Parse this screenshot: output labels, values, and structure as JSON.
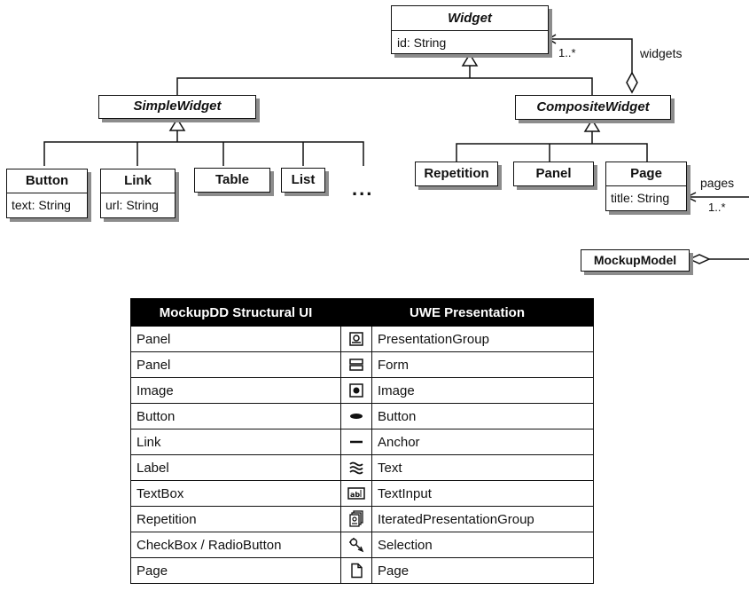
{
  "diagram": {
    "widget": {
      "name": "Widget",
      "attr": "id: String"
    },
    "simple_widget": {
      "name": "SimpleWidget"
    },
    "composite_widget": {
      "name": "CompositeWidget"
    },
    "button": {
      "name": "Button",
      "attr": "text: String"
    },
    "link": {
      "name": "Link",
      "attr": "url: String"
    },
    "table": {
      "name": "Table"
    },
    "list": {
      "name": "List"
    },
    "ellipsis": "...",
    "repetition": {
      "name": "Repetition"
    },
    "panel": {
      "name": "Panel"
    },
    "page": {
      "name": "Page",
      "attr": "title: String"
    },
    "mockup_model": {
      "name": "MockupModel"
    },
    "widgets_label": "widgets",
    "widgets_mult": "1..*",
    "pages_label": "pages",
    "pages_mult": "1..*"
  },
  "mapping_table": {
    "headers": [
      "MockupDD Structural UI",
      "UWE Presentation"
    ],
    "rows": [
      {
        "left": "Panel",
        "icon": "presentation-group-icon",
        "right": "PresentationGroup"
      },
      {
        "left": "Panel",
        "icon": "form-icon",
        "right": "Form"
      },
      {
        "left": "Image",
        "icon": "image-icon",
        "right": "Image"
      },
      {
        "left": "Button",
        "icon": "button-icon",
        "right": "Button"
      },
      {
        "left": "Link",
        "icon": "anchor-icon",
        "right": "Anchor"
      },
      {
        "left": "Label",
        "icon": "text-icon",
        "right": "Text"
      },
      {
        "left": "TextBox",
        "icon": "text-input-icon",
        "right": "TextInput"
      },
      {
        "left": "Repetition",
        "icon": "iterated-presentation-group-icon",
        "right": "IteratedPresentationGroup"
      },
      {
        "left": "CheckBox / RadioButton",
        "icon": "selection-icon",
        "right": "Selection"
      },
      {
        "left": "Page",
        "icon": "page-icon",
        "right": "Page"
      }
    ]
  }
}
